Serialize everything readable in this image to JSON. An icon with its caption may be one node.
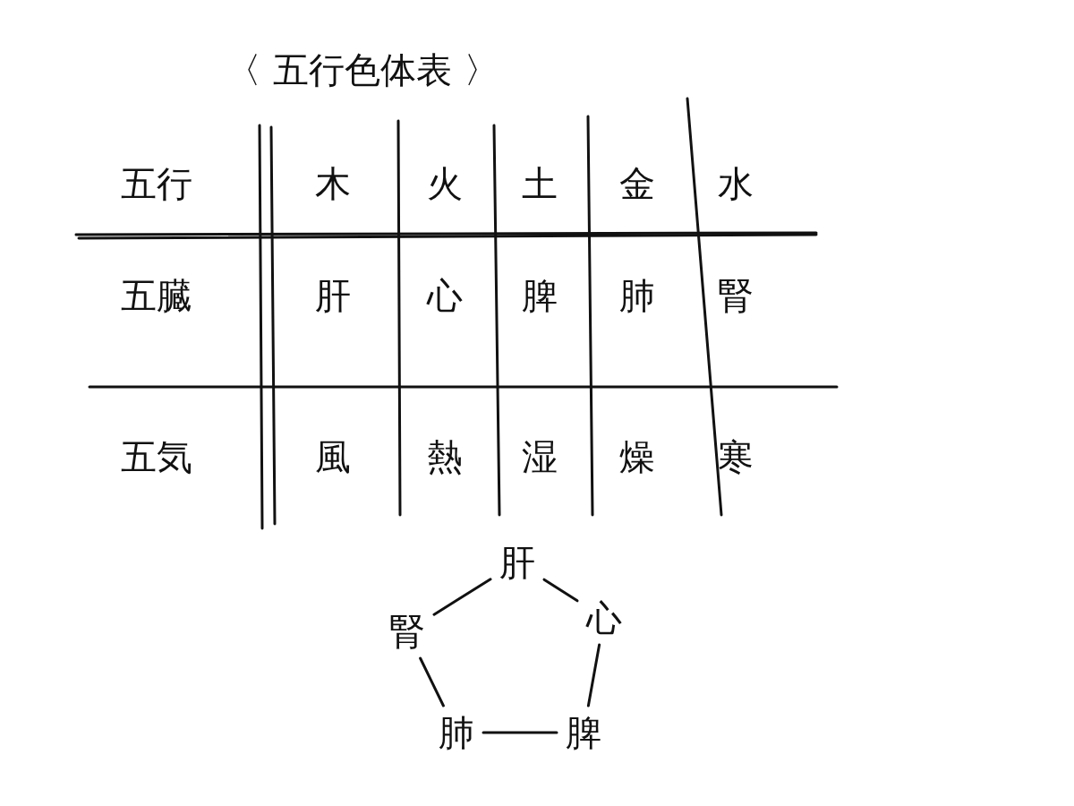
{
  "diagram": {
    "title": "〈 五行色体表 〉",
    "nodes": [
      {
        "text": [
          "肝"
        ]
      },
      {
        "text": [
          "心"
        ]
      },
      {
        "text": [
          "脾"
        ]
      },
      {
        "text": [
          "肺"
        ]
      },
      {
        "text": [
          "腎"
        ]
      }
    ],
    "edges": [
      {
        "from": 0,
        "to": 1,
        "arrow": "none"
      },
      {
        "from": 1,
        "to": 2,
        "arrow": "none"
      },
      {
        "from": 2,
        "to": 3,
        "arrow": "none"
      },
      {
        "from": 3,
        "to": 4,
        "arrow": "none"
      },
      {
        "from": 4,
        "to": 0,
        "arrow": "none"
      }
    ],
    "labels": [
      "五行",
      "木",
      "火",
      "土",
      "金",
      "水",
      "五臓",
      "肝",
      "心",
      "脾",
      "肺",
      "腎",
      "五気",
      "風",
      "熱",
      "湿",
      "燥",
      "寒"
    ]
  }
}
